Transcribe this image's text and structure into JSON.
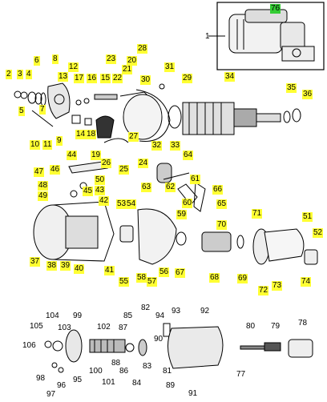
{
  "diagram": {
    "callouts": [
      {
        "id": "1",
        "label": "1",
        "plain": true
      },
      {
        "id": "76",
        "label": "76",
        "green": true
      },
      {
        "id": "2",
        "label": "2"
      },
      {
        "id": "3",
        "label": "3"
      },
      {
        "id": "4",
        "label": "4"
      },
      {
        "id": "5",
        "label": "5"
      },
      {
        "id": "6",
        "label": "6"
      },
      {
        "id": "7",
        "label": "7"
      },
      {
        "id": "8",
        "label": "8"
      },
      {
        "id": "9",
        "label": "9"
      },
      {
        "id": "10",
        "label": "10"
      },
      {
        "id": "11",
        "label": "11"
      },
      {
        "id": "12",
        "label": "12"
      },
      {
        "id": "13",
        "label": "13"
      },
      {
        "id": "14",
        "label": "14"
      },
      {
        "id": "15",
        "label": "15"
      },
      {
        "id": "16",
        "label": "16"
      },
      {
        "id": "17",
        "label": "17"
      },
      {
        "id": "18",
        "label": "18"
      },
      {
        "id": "19",
        "label": "19"
      },
      {
        "id": "20",
        "label": "20"
      },
      {
        "id": "21",
        "label": "21"
      },
      {
        "id": "22",
        "label": "22"
      },
      {
        "id": "23",
        "label": "23"
      },
      {
        "id": "24",
        "label": "24"
      },
      {
        "id": "25",
        "label": "25"
      },
      {
        "id": "26",
        "label": "26"
      },
      {
        "id": "27",
        "label": "27"
      },
      {
        "id": "28",
        "label": "28"
      },
      {
        "id": "29",
        "label": "29"
      },
      {
        "id": "30",
        "label": "30"
      },
      {
        "id": "31",
        "label": "31"
      },
      {
        "id": "32",
        "label": "32"
      },
      {
        "id": "33",
        "label": "33"
      },
      {
        "id": "34",
        "label": "34"
      },
      {
        "id": "35",
        "label": "35"
      },
      {
        "id": "36",
        "label": "36"
      },
      {
        "id": "37",
        "label": "37"
      },
      {
        "id": "38",
        "label": "38"
      },
      {
        "id": "39",
        "label": "39"
      },
      {
        "id": "40",
        "label": "40"
      },
      {
        "id": "41",
        "label": "41"
      },
      {
        "id": "42",
        "label": "42"
      },
      {
        "id": "43",
        "label": "43"
      },
      {
        "id": "44",
        "label": "44"
      },
      {
        "id": "45",
        "label": "45"
      },
      {
        "id": "46",
        "label": "46"
      },
      {
        "id": "47",
        "label": "47"
      },
      {
        "id": "48",
        "label": "48"
      },
      {
        "id": "49",
        "label": "49"
      },
      {
        "id": "50",
        "label": "50"
      },
      {
        "id": "51",
        "label": "51"
      },
      {
        "id": "52",
        "label": "52"
      },
      {
        "id": "53",
        "label": "53"
      },
      {
        "id": "54",
        "label": "54"
      },
      {
        "id": "55",
        "label": "55"
      },
      {
        "id": "56",
        "label": "56"
      },
      {
        "id": "57",
        "label": "57"
      },
      {
        "id": "58",
        "label": "58"
      },
      {
        "id": "59",
        "label": "59"
      },
      {
        "id": "60",
        "label": "60"
      },
      {
        "id": "61",
        "label": "61"
      },
      {
        "id": "62",
        "label": "62"
      },
      {
        "id": "63",
        "label": "63"
      },
      {
        "id": "64",
        "label": "64"
      },
      {
        "id": "65",
        "label": "65"
      },
      {
        "id": "66",
        "label": "66"
      },
      {
        "id": "67",
        "label": "67"
      },
      {
        "id": "68",
        "label": "68"
      },
      {
        "id": "69",
        "label": "69"
      },
      {
        "id": "70",
        "label": "70"
      },
      {
        "id": "71",
        "label": "71"
      },
      {
        "id": "72",
        "label": "72"
      },
      {
        "id": "73",
        "label": "73"
      },
      {
        "id": "74",
        "label": "74"
      },
      {
        "id": "77",
        "label": "77",
        "plain": true
      },
      {
        "id": "78",
        "label": "78",
        "plain": true
      },
      {
        "id": "79",
        "label": "79",
        "plain": true
      },
      {
        "id": "80",
        "label": "80",
        "plain": true
      },
      {
        "id": "81",
        "label": "81",
        "plain": true
      },
      {
        "id": "82",
        "label": "82",
        "plain": true
      },
      {
        "id": "83",
        "label": "83",
        "plain": true
      },
      {
        "id": "84",
        "label": "84",
        "plain": true
      },
      {
        "id": "85",
        "label": "85",
        "plain": true
      },
      {
        "id": "86",
        "label": "86",
        "plain": true
      },
      {
        "id": "87",
        "label": "87",
        "plain": true
      },
      {
        "id": "88",
        "label": "88",
        "plain": true
      },
      {
        "id": "89",
        "label": "89",
        "plain": true
      },
      {
        "id": "90",
        "label": "90",
        "plain": true
      },
      {
        "id": "91",
        "label": "91",
        "plain": true
      },
      {
        "id": "92",
        "label": "92",
        "plain": true
      },
      {
        "id": "93",
        "label": "93",
        "plain": true
      },
      {
        "id": "94",
        "label": "94",
        "plain": true
      },
      {
        "id": "95",
        "label": "95",
        "plain": true
      },
      {
        "id": "96",
        "label": "96",
        "plain": true
      },
      {
        "id": "97",
        "label": "97",
        "plain": true
      },
      {
        "id": "98",
        "label": "98",
        "plain": true
      },
      {
        "id": "99",
        "label": "99",
        "plain": true
      },
      {
        "id": "100",
        "label": "100",
        "plain": true
      },
      {
        "id": "101",
        "label": "101",
        "plain": true
      },
      {
        "id": "102",
        "label": "102",
        "plain": true
      },
      {
        "id": "103",
        "label": "103",
        "plain": true
      },
      {
        "id": "104",
        "label": "104",
        "plain": true
      },
      {
        "id": "105",
        "label": "105",
        "plain": true
      },
      {
        "id": "106",
        "label": "106",
        "plain": true
      }
    ]
  },
  "colors": {
    "callout_bg": "#ffff33",
    "highlight_bg": "#33cc33",
    "line": "#000000"
  }
}
